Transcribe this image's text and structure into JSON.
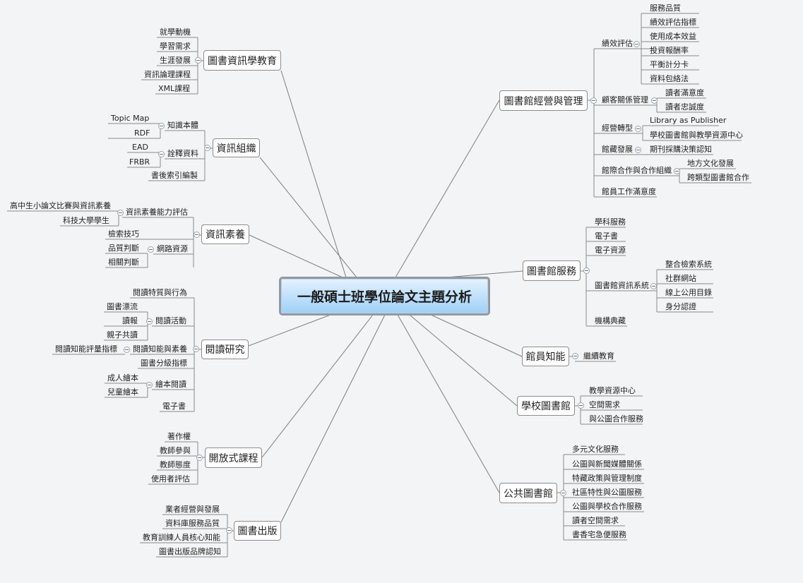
{
  "center": "一般碩士班學位論文主題分析",
  "left_topics": {
    "edu": {
      "label": "圖書資訊學教育",
      "items": [
        "就學動機",
        "學習需求",
        "生涯發展",
        "資訊論理課程",
        "XML課程"
      ]
    },
    "org": {
      "label": "資訊組織",
      "ontology": "知識本體",
      "ontology_items": [
        "Topic Map",
        "RDF"
      ],
      "metadata": "詮釋資料",
      "metadata_items": [
        "EAD",
        "FRBR"
      ],
      "index": "書後索引編製"
    },
    "lit": {
      "label": "資訊素養",
      "assess": "資訊素養能力評估",
      "assess_items": [
        "高中生小論文比賽與資訊素養",
        "科技大學學生"
      ],
      "search": "檢索技巧",
      "web": "網路資源",
      "web_items": [
        "品質判斷",
        "相關判斷"
      ]
    },
    "read": {
      "label": "閱讀研究",
      "traits": "閱讀特質與行為",
      "activity": "閱讀活動",
      "activity_items": [
        "圖書漂流",
        "讀報",
        "親子共讀"
      ],
      "literacy": "閱讀知能與素養",
      "literacy_items": [
        "閱讀知能評量指標"
      ],
      "graded": "圖書分級指標",
      "picture": "繪本閱讀",
      "picture_items": [
        "成人繪本",
        "兒童繪本"
      ],
      "ebook": "電子書"
    },
    "open": {
      "label": "開放式課程",
      "items": [
        "著作權",
        "教師參與",
        "教師態度",
        "使用者評估"
      ]
    },
    "pub": {
      "label": "圖書出版",
      "items": [
        "業者經營與發展",
        "資料庫服務品質",
        "教育訓練人員核心知能",
        "圖書出版品牌認知"
      ]
    }
  },
  "right_topics": {
    "mgmt": {
      "label": "圖書館經營與管理",
      "perf": "績效評估",
      "perf_items": [
        "服務品質",
        "績效評估指標",
        "使用成本效益",
        "投資報酬率",
        "平衡計分卡",
        "資料包絡法"
      ],
      "crm": "顧客關係管理",
      "crm_items": [
        "讀者滿意度",
        "讀者忠誠度"
      ],
      "trans": "經營轉型",
      "trans_items": [
        "Library as Publisher",
        "學校圖書館與教學資源中心"
      ],
      "coll": "館藏發展",
      "coll_items": [
        "期刊採購決策認知"
      ],
      "coop": "館際合作與合作組織",
      "coop_items": [
        "地方文化發展",
        "跨類型圖書館合作"
      ],
      "staff": "館員工作滿意度"
    },
    "svc": {
      "label": "圖書館服務",
      "items_top": [
        "學科服務",
        "電子書",
        "電子資源"
      ],
      "sys": "圖書館資訊系統",
      "sys_items": [
        "整合檢索系統",
        "社群網站",
        "線上公用目錄",
        "身分認證"
      ],
      "inst": "機構典藏"
    },
    "know": {
      "label": "館員知能",
      "items": [
        "繼續教育"
      ]
    },
    "school": {
      "label": "學校圖書館",
      "items": [
        "教學資源中心",
        "空間需求",
        "與公圖合作服務"
      ]
    },
    "public": {
      "label": "公共圖書館",
      "items": [
        "多元文化服務",
        "公圖與新聞媒體關係",
        "特藏政策與管理制度",
        "社區特性與公圖服務",
        "公圖與學校合作服務",
        "讀者空間需求",
        "書香宅急便服務"
      ]
    }
  },
  "colors": {
    "branch": "#7d7d7d",
    "rule": "#8a8a8a",
    "center_top": "#e4f2ff",
    "center_bottom": "#9ed0f7"
  }
}
